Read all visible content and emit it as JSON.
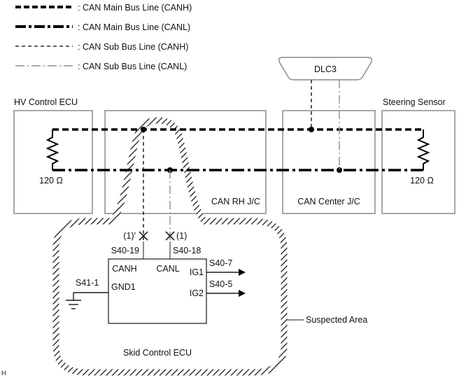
{
  "colors": {
    "ink": "#111111",
    "bus_line": "#000000",
    "sub_canl_gray": "#8f8f8f",
    "box_stroke": "#6e6e6e",
    "background": "#ffffff"
  },
  "legend": {
    "items": [
      {
        "label": ": CAN Main Bus Line (CANH)"
      },
      {
        "label": ": CAN Main Bus Line (CANL)"
      },
      {
        "label": ": CAN Sub Bus Line (CANH)"
      },
      {
        "label": ": CAN Sub Bus Line (CANL)"
      }
    ]
  },
  "nodes": {
    "dlc3": {
      "label": "DLC3"
    },
    "hv_control_ecu": {
      "label": "HV Control ECU",
      "resistor": "120 Ω"
    },
    "steering_sensor": {
      "label": "Steering Sensor",
      "resistor": "120 Ω"
    },
    "can_rh_jc": {
      "label": "CAN RH J/C"
    },
    "can_center_jc": {
      "label": "CAN Center J/C"
    },
    "skid_control_ecu": {
      "label": "Skid Control ECU",
      "terminals": {
        "canh": "CANH",
        "canl": "CANL",
        "gnd1": "GND1",
        "ig1": "IG1",
        "ig2": "IG2"
      },
      "connectors": {
        "s40_19": "S40-19",
        "s40_18": "S40-18",
        "s41_1": "S41-1",
        "s40_7": "S40-7",
        "s40_5": "S40-5"
      }
    }
  },
  "break_points": {
    "canh": "(1)'",
    "canl": "(1)"
  },
  "suspected_area": {
    "label": "Suspected Area"
  },
  "corner_mark": "H"
}
